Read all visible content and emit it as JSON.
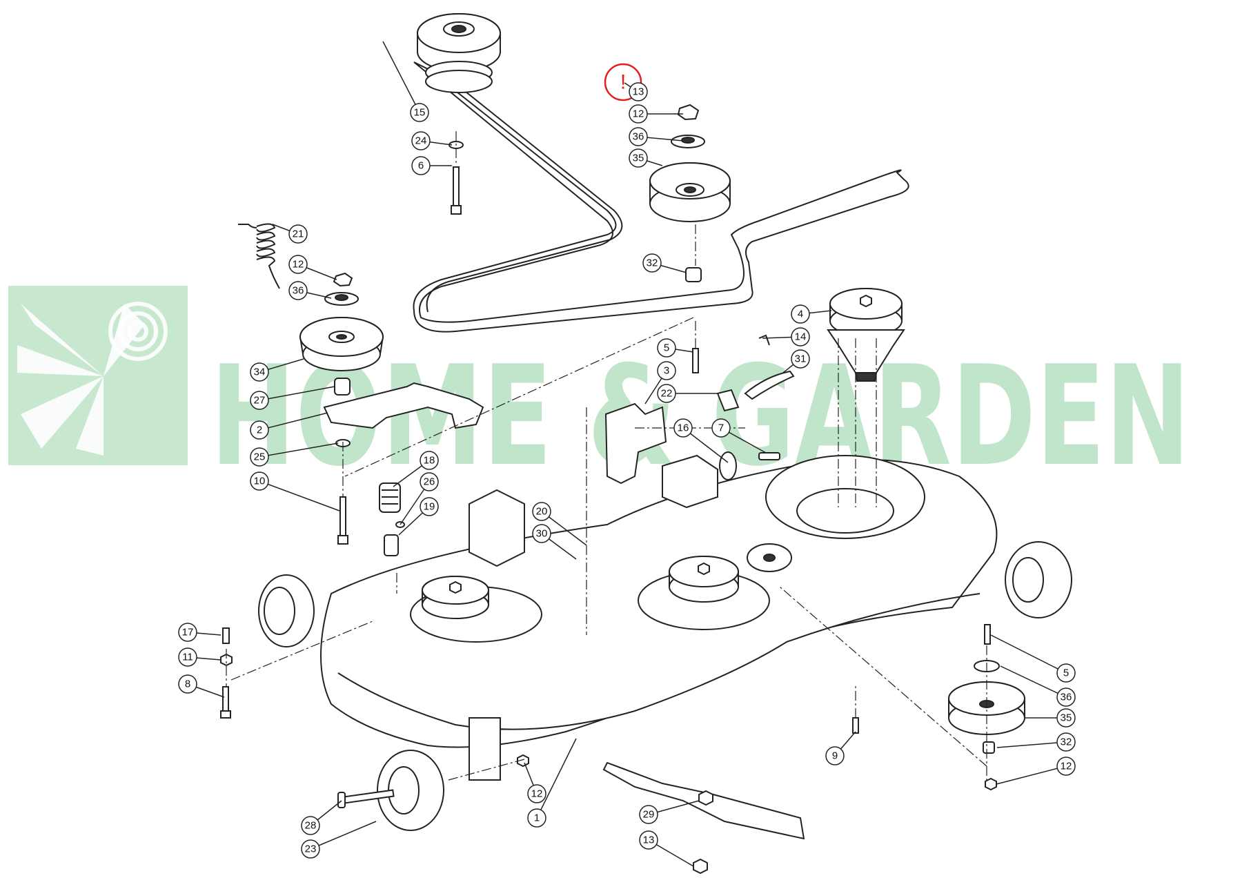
{
  "watermark": {
    "text": "HOME & GARDEN",
    "color": "#8fd1a0",
    "opacity": 0.55
  },
  "highlight": {
    "color": "#e02020",
    "glyph": "!"
  },
  "callouts": [
    "15",
    "24",
    "6",
    "13",
    "12",
    "36",
    "35",
    "32",
    "21",
    "12",
    "36",
    "34",
    "27",
    "2",
    "25",
    "10",
    "5",
    "3",
    "22",
    "14",
    "31",
    "4",
    "16",
    "7",
    "18",
    "26",
    "19",
    "20",
    "30",
    "17",
    "11",
    "8",
    "5",
    "36",
    "35",
    "32",
    "12",
    "9",
    "12",
    "1",
    "29",
    "13",
    "28",
    "23"
  ]
}
